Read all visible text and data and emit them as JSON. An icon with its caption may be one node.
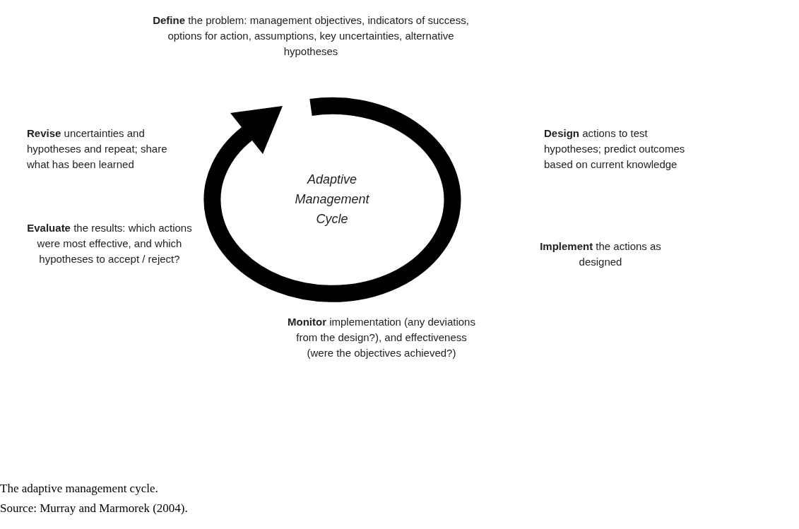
{
  "diagram": {
    "caption": "The adaptive management cycle.",
    "labels": [
      "**Define** the problem: management objectives, indicators of success, options for action, assumptions, key uncertainties, alternative hypotheses",
      "**Revise** uncertainties and hypotheses and repeat; share what has been learned",
      "**Design** actions to test hypotheses; predict outcomes based on current knowledge",
      "Adaptive Management Cycle",
      "**Evaluate** the results: which actions were most effective, and which hypotheses to accept / reject?",
      "**Implement** the actions as designed",
      "**Monitor** implementation (any deviations from the design?), and effectiveness (were the objectives achieved?)",
      "Source: Murray and Marmorek (2004)."
    ]
  }
}
